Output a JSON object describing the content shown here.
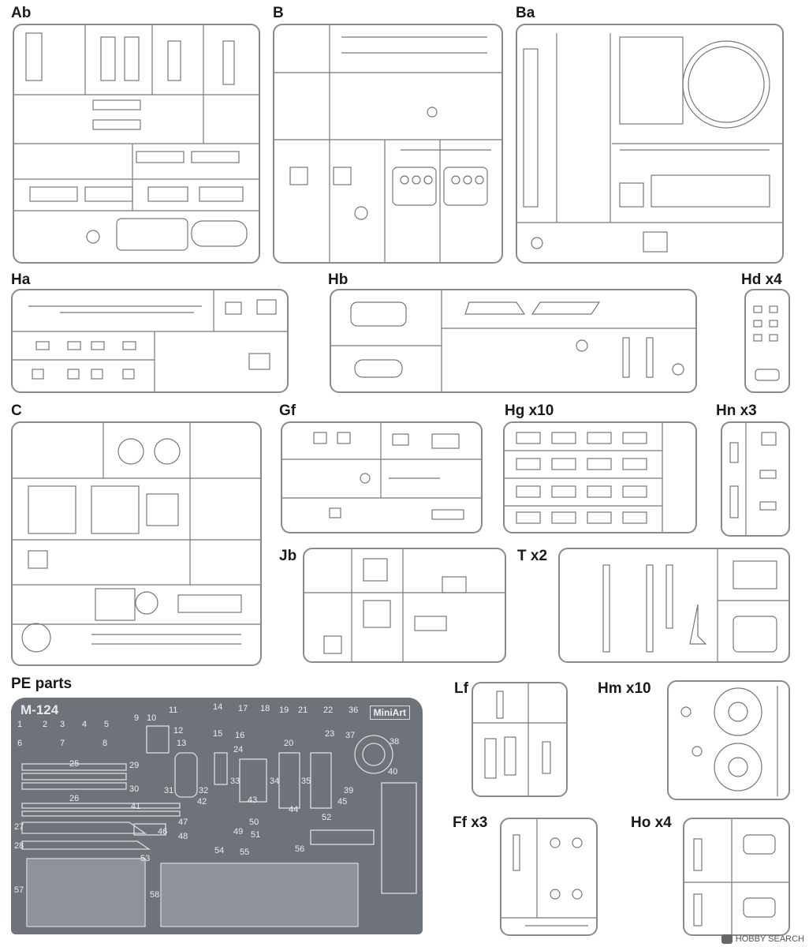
{
  "sprues": {
    "ab": "Ab",
    "b": "B",
    "ba": "Ba",
    "ha": "Ha",
    "hb": "Hb",
    "hd": "Hd x4",
    "c": "C",
    "gf": "Gf",
    "hg": "Hg x10",
    "hn": "Hn x3",
    "jb": "Jb",
    "t": "T x2",
    "pe": "PE parts",
    "lf": "Lf",
    "hm": "Hm x10",
    "ff": "Ff x3",
    "ho": "Ho x4"
  },
  "pe_sheet": {
    "title": "M-124",
    "logo": "MiniArt",
    "numbers": [
      "1",
      "2",
      "3",
      "4",
      "5",
      "6",
      "7",
      "8",
      "9",
      "10",
      "11",
      "12",
      "13",
      "14",
      "15",
      "16",
      "17",
      "18",
      "19",
      "20",
      "21",
      "22",
      "23",
      "24",
      "25",
      "26",
      "27",
      "28",
      "29",
      "30",
      "31",
      "32",
      "33",
      "34",
      "35",
      "36",
      "37",
      "38",
      "39",
      "40",
      "41",
      "42",
      "43",
      "44",
      "45",
      "46",
      "47",
      "48",
      "49",
      "50",
      "51",
      "52",
      "53",
      "54",
      "55",
      "56",
      "57",
      "58"
    ]
  },
  "watermark": "HOBBY SEARCH"
}
